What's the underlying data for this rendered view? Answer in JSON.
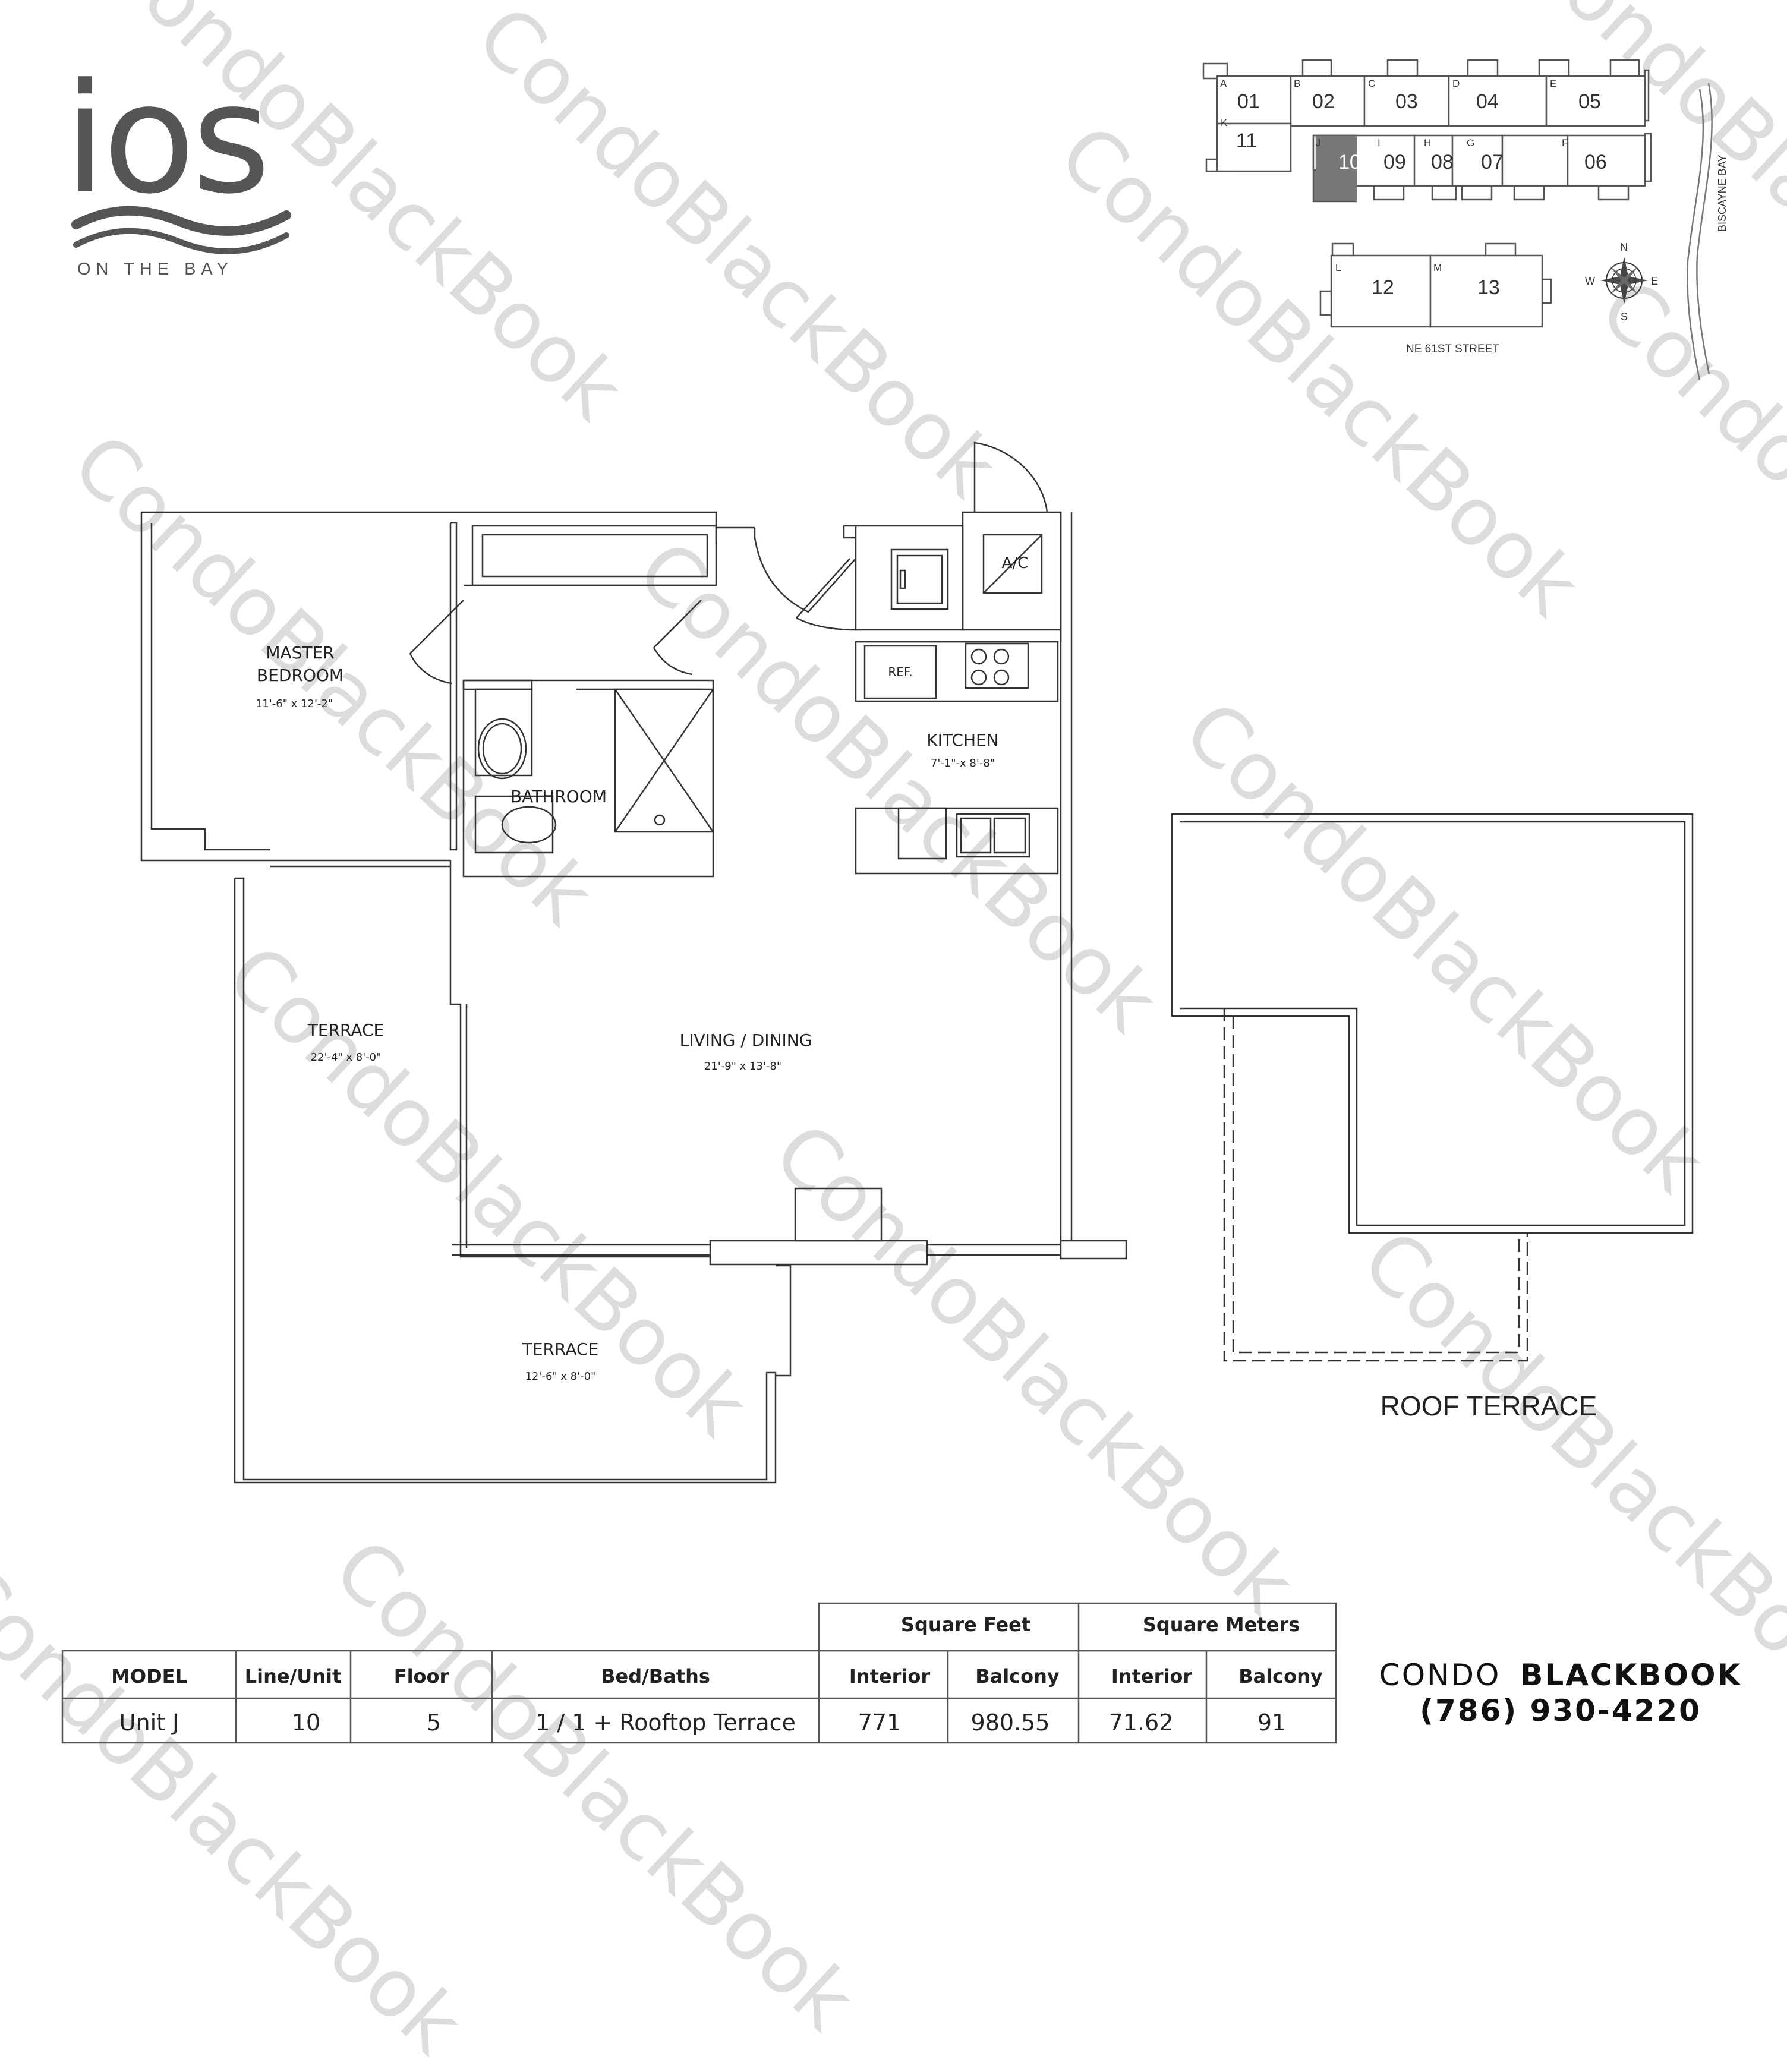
{
  "brand": {
    "logo_text": "ios",
    "tagline": "ON THE BAY"
  },
  "site_plan": {
    "units_north": [
      {
        "letter": "A",
        "number": "01"
      },
      {
        "letter": "B",
        "number": "02"
      },
      {
        "letter": "C",
        "number": "03"
      },
      {
        "letter": "D",
        "number": "04"
      },
      {
        "letter": "E",
        "number": "05"
      }
    ],
    "units_south": [
      {
        "letter": "K",
        "number": "11"
      },
      {
        "letter": "J",
        "number": "10"
      },
      {
        "letter": "I",
        "number": "09"
      },
      {
        "letter": "H",
        "number": "08"
      },
      {
        "letter": "G",
        "number": "07"
      },
      {
        "letter": "F",
        "number": "06"
      }
    ],
    "units_lower": [
      {
        "letter": "L",
        "number": "12"
      },
      {
        "letter": "M",
        "number": "13"
      }
    ],
    "highlighted_unit": "10",
    "street_label": "NE 61ST STREET",
    "bay_label": "BISCAYNE BAY",
    "compass": {
      "n": "N",
      "s": "S",
      "e": "E",
      "w": "W"
    }
  },
  "rooms": {
    "master_bedroom": {
      "name_line1": "MASTER",
      "name_line2": "BEDROOM",
      "dims": "11'-6\" x 12'-2\""
    },
    "bathroom": {
      "name": "BATHROOM"
    },
    "kitchen": {
      "name": "KITCHEN",
      "dims": "7'-1\"-x 8'-8\""
    },
    "ref": {
      "name": "REF."
    },
    "ac": {
      "name": "A/C"
    },
    "living_dining": {
      "name": "LIVING / DINING",
      "dims": "21'-9\" x 13'-8\""
    },
    "terrace_side": {
      "name": "TERRACE",
      "dims": "22'-4\" x 8'-0\""
    },
    "terrace_bottom": {
      "name": "TERRACE",
      "dims": "12'-6\" x 8'-0\""
    },
    "roof_terrace": {
      "name": "ROOF TERRACE"
    }
  },
  "specs_table": {
    "group_headers": {
      "square_feet": "Square Feet",
      "square_meters": "Square Meters"
    },
    "headers": [
      "MODEL",
      "Line/Unit",
      "Floor",
      "Bed/Baths",
      "Interior",
      "Balcony",
      "Interior",
      "Balcony"
    ],
    "row": [
      "Unit J",
      "10",
      "5",
      "1 / 1 + Rooftop Terrace",
      "771",
      "980.55",
      "71.62",
      "91"
    ]
  },
  "contact": {
    "brand_light": "CONDO",
    "brand_bold": "BLACKBOOK",
    "phone": "(786) 930-4220"
  },
  "watermark": "CondoBlackBook"
}
